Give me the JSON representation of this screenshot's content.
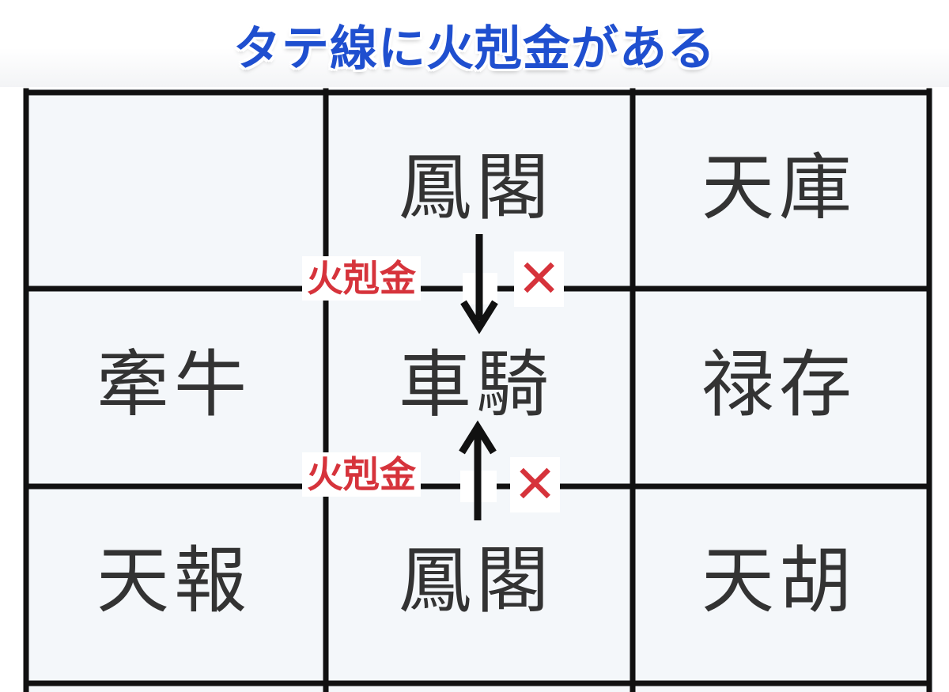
{
  "title": "タテ線に火剋金がある",
  "grid": {
    "cells": [
      [
        "",
        "鳳閣",
        "天庫"
      ],
      [
        "牽牛",
        "車騎",
        "禄存"
      ],
      [
        "天報",
        "鳳閣",
        "天胡"
      ]
    ]
  },
  "annotations": {
    "top": {
      "label": "火剋金",
      "mark": "✕",
      "arrow": "down-arrow-icon"
    },
    "bottom": {
      "label": "火剋金",
      "mark": "✕",
      "arrow": "up-arrow-icon"
    }
  },
  "colors": {
    "title": "#1f4fcf",
    "annotation": "#d6333b",
    "grid_line": "#111111",
    "cell_text": "#333333",
    "cell_bg": "#f4f7fa"
  }
}
